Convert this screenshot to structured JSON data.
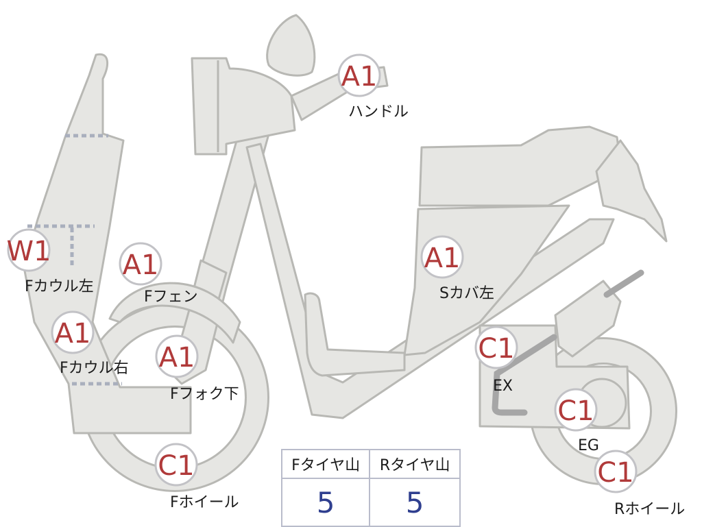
{
  "inspection_points": [
    {
      "grade": "A1",
      "label": "ハンドル"
    },
    {
      "grade": "W1",
      "label": "Fカウル左"
    },
    {
      "grade": "A1",
      "label": "Fフェン"
    },
    {
      "grade": "A1",
      "label": "Fカウル右"
    },
    {
      "grade": "A1",
      "label": "Fフォク下"
    },
    {
      "grade": "C1",
      "label": "Fホイール"
    },
    {
      "grade": "A1",
      "label": "Sカバ左"
    },
    {
      "grade": "C1",
      "label": "EX"
    },
    {
      "grade": "C1",
      "label": "EG"
    },
    {
      "grade": "C1",
      "label": "Rホイール"
    }
  ],
  "tread_table": {
    "headers": [
      "Fタイヤ山",
      "Rタイヤ山"
    ],
    "values": [
      "5",
      "5"
    ]
  },
  "colors": {
    "grade_text": "#b03a3a",
    "tread_value": "#2f3f8f",
    "part_fill": "#e6e6e3"
  }
}
